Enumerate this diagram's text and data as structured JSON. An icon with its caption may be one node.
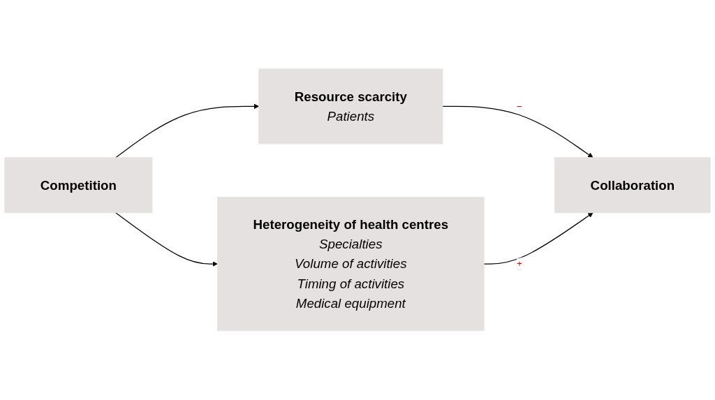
{
  "diagram": {
    "nodes": [
      {
        "text": [
          "Competition"
        ]
      },
      {
        "text": [
          "Resource scarcity",
          "Patients"
        ]
      },
      {
        "text": [
          "Heterogeneity of health centres",
          "Specialties",
          "Volume of activities",
          "Timing of activities",
          "Medical equipment"
        ]
      },
      {
        "text": [
          "Collaboration"
        ]
      }
    ],
    "edges": [
      {
        "from": 0,
        "to": 1,
        "arrow": "to"
      },
      {
        "from": 0,
        "to": 2,
        "arrow": "to"
      },
      {
        "from": 1,
        "to": 3,
        "arrow": "to",
        "label": "−"
      },
      {
        "from": 2,
        "to": 3,
        "arrow": "to",
        "label": "+"
      }
    ]
  }
}
